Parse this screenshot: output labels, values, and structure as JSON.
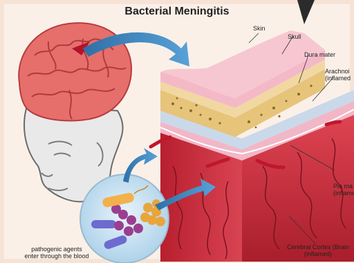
{
  "title": "Bacterial Meningitis",
  "labels": {
    "skin": "Skin",
    "skull": "Skull",
    "dura": "Dura mater",
    "arachnoid_1": "Arachnoi",
    "arachnoid_2": "(inflamed",
    "pia_1": "Pia ma",
    "pia_2": "(inflame",
    "cortex_1": "Cerebral Cortex (Brain",
    "cortex_2": "(inflamed)"
  },
  "caption": {
    "line1": "pathogenic agents",
    "line2": "enter through the blood"
  },
  "colors": {
    "background": "#f6e3d6",
    "skin": "#f4b9c6",
    "skull": "#f1d8a2",
    "bone": "#e6c47a",
    "dura": "#c9d9ea",
    "arachnoid": "#f0a3b0",
    "cortex": "#cc2a3a",
    "arrow": "#3e7fb6"
  }
}
